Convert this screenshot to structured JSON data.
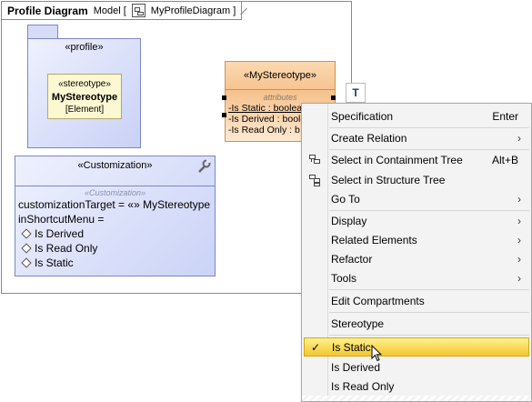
{
  "frame": {
    "title": "Profile Diagram",
    "model_prefix": "Model [",
    "diagram_name": "MyProfileDiagram ]"
  },
  "profile_package": {
    "label": "«profile»",
    "inner": {
      "stereotype": "«stereotype»",
      "name": "MyStereotype",
      "metaclass": "[Element]"
    }
  },
  "stereotype_class": {
    "name": "«MyStereotype»",
    "compartment": "attributes",
    "attributes": [
      "-Is Static : boolea",
      "-Is Derived : boole",
      "-Is Read Only : b"
    ]
  },
  "smart_button": {
    "icon": "T-icon",
    "label": "T"
  },
  "customization": {
    "name": "«Customization»",
    "compartment": "«Customization»",
    "target_line": "customizationTarget = «» MyStereotype",
    "menu_line": "inShortcutMenu =",
    "options": [
      "Is Derived",
      "Is Read Only",
      "Is Static"
    ]
  },
  "context_menu": {
    "items": [
      {
        "label": "Specification",
        "shortcut": "Enter",
        "submenu": false
      },
      {
        "label": "Create Relation",
        "shortcut": "",
        "submenu": true
      },
      {
        "label": "Select in Containment Tree",
        "shortcut": "Alt+B",
        "submenu": false,
        "icon": "containment-tree-icon"
      },
      {
        "label": "Select in Structure Tree",
        "shortcut": "",
        "submenu": false,
        "icon": "structure-tree-icon"
      },
      {
        "label": "Go To",
        "shortcut": "",
        "submenu": true
      },
      {
        "label": "Display",
        "shortcut": "",
        "submenu": true
      },
      {
        "label": "Related Elements",
        "shortcut": "",
        "submenu": true
      },
      {
        "label": "Refactor",
        "shortcut": "",
        "submenu": true
      },
      {
        "label": "Tools",
        "shortcut": "",
        "submenu": true
      },
      {
        "label": "Edit Compartments",
        "shortcut": "",
        "submenu": false
      },
      {
        "label": "Stereotype",
        "shortcut": "",
        "submenu": false
      },
      {
        "label": "Is Static",
        "shortcut": "",
        "submenu": false,
        "checked": true,
        "selected": true
      },
      {
        "label": "Is Derived",
        "shortcut": "",
        "submenu": false
      },
      {
        "label": "Is Read Only",
        "shortcut": "",
        "submenu": false
      }
    ],
    "submenu_glyph": "›",
    "check_glyph": "✓"
  },
  "colors": {
    "package_fill": "#c9d1f6",
    "stereotype_fill": "#f7c28e",
    "selection": "#f5c52e"
  }
}
